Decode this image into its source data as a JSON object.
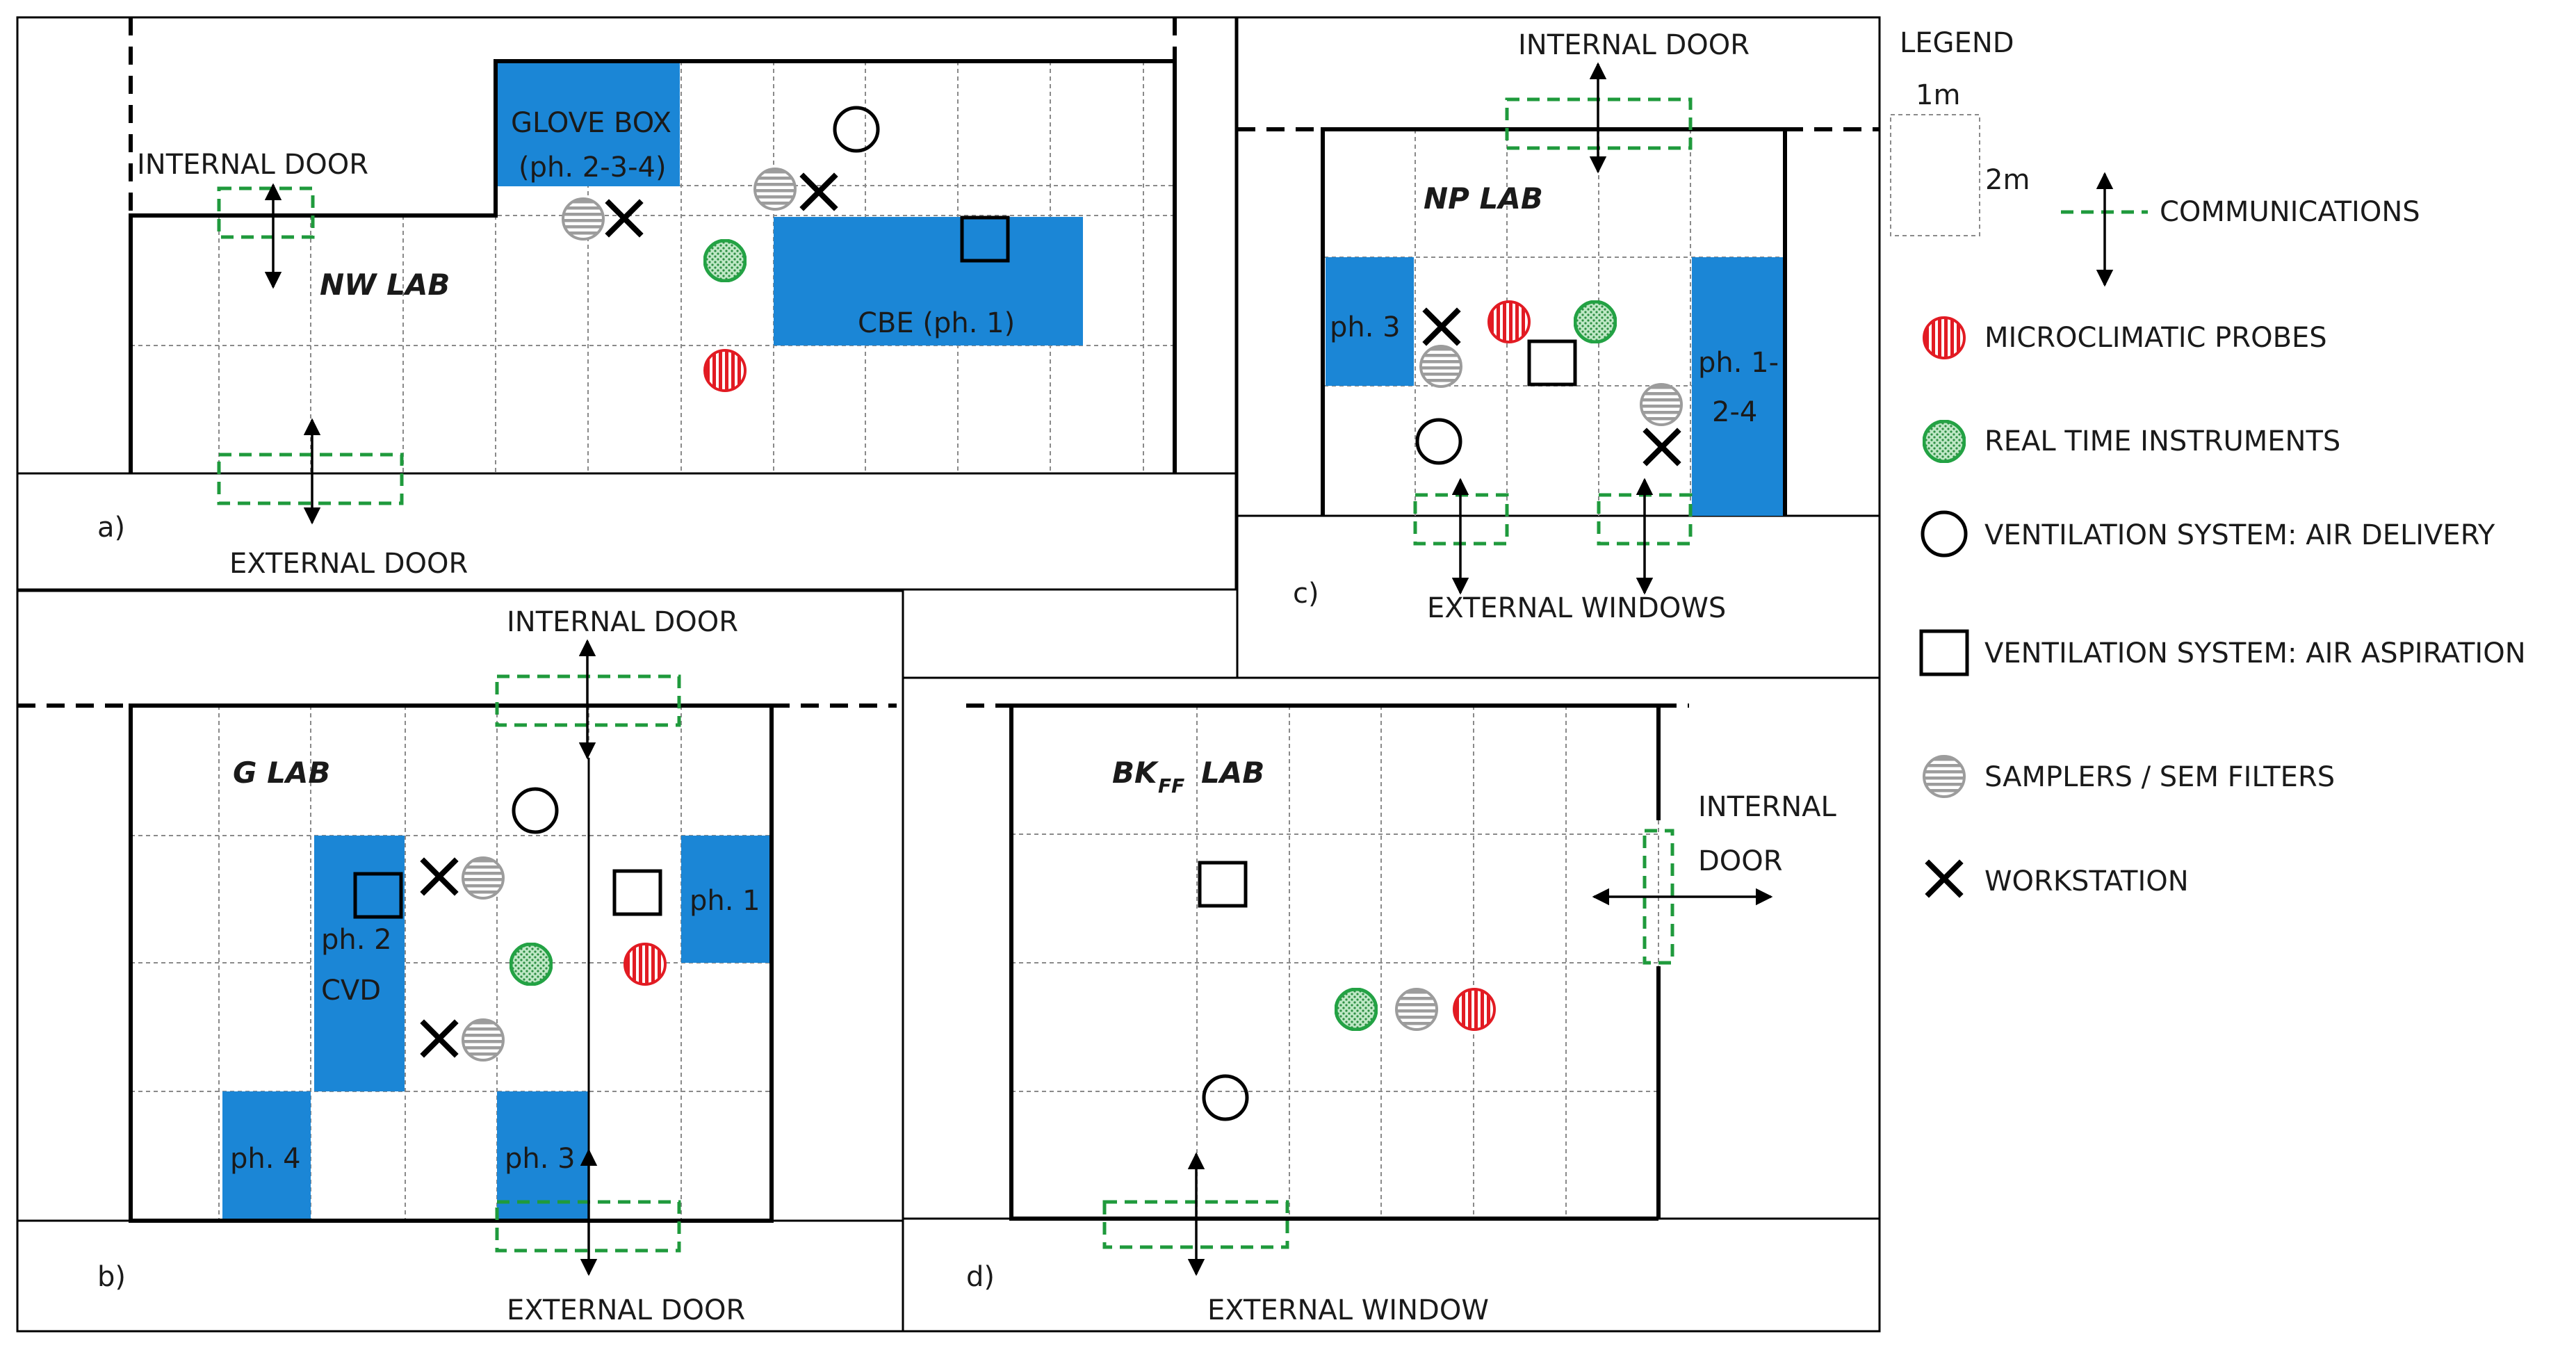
{
  "colors": {
    "work_area": "#1b86d6",
    "communication_door": "#1f9a3c",
    "microclimatic_probe": "#e21b23",
    "real_time_instrument": "#23a244",
    "sampler": "#9c9c9c"
  },
  "legend": {
    "title": "LEGEND",
    "grid_width": "1m",
    "grid_height": "2m",
    "items": [
      {
        "label": "COMMUNICATIONS",
        "icon": "double-arrow-door-icon"
      },
      {
        "label": "MICROCLIMATIC PROBES",
        "icon": "red-striped-circle-icon"
      },
      {
        "label": "REAL TIME INSTRUMENTS",
        "icon": "green-dotted-circle-icon"
      },
      {
        "label": "VENTILATION SYSTEM: AIR DELIVERY",
        "icon": "open-circle-icon"
      },
      {
        "label": "VENTILATION SYSTEM: AIR ASPIRATION",
        "icon": "open-square-icon"
      },
      {
        "label": "SAMPLERS / SEM FILTERS",
        "icon": "grey-striped-circle-icon"
      },
      {
        "label": "WORKSTATION",
        "icon": "cross-icon"
      }
    ]
  },
  "panel_a": {
    "letter": "a)",
    "lab": "NW LAB",
    "internal_door": "INTERNAL DOOR",
    "external_door": "EXTERNAL DOOR",
    "glove_box_line1": "GLOVE BOX",
    "glove_box_line2": "(ph. 2-3-4)",
    "cbe": "CBE (ph. 1)"
  },
  "panel_b": {
    "letter": "b)",
    "lab": "G LAB",
    "internal_door": "INTERNAL DOOR",
    "external_door": "EXTERNAL DOOR",
    "ph1": "ph. 1",
    "ph2": "ph. 2",
    "cvd": "CVD",
    "ph3": "ph. 3",
    "ph4": "ph. 4"
  },
  "panel_c": {
    "letter": "c)",
    "lab": "NP LAB",
    "internal_door": "INTERNAL DOOR",
    "external_windows": "EXTERNAL WINDOWS",
    "ph3": "ph. 3",
    "ph124_line1": "ph. 1-",
    "ph124_line2": "2-4"
  },
  "panel_d": {
    "letter": "d)",
    "lab_main": "BK",
    "lab_sub": "FF",
    "lab_tail": "LAB",
    "internal_door_line1": "INTERNAL",
    "internal_door_line2": "DOOR",
    "external_window": "EXTERNAL WINDOW"
  }
}
